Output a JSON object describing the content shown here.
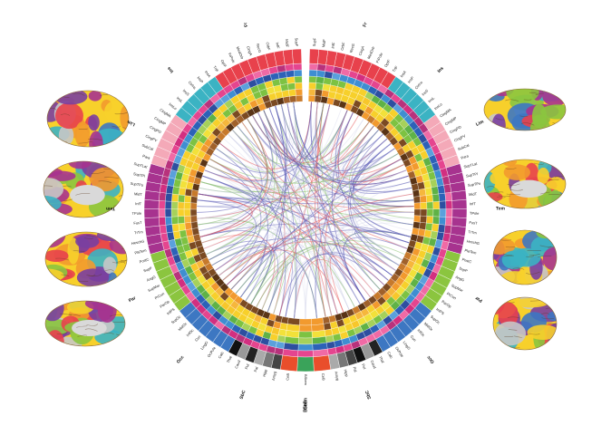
{
  "lobes": [
    {
      "name": "Fr",
      "side": "left",
      "regions": [
        "SupF",
        "MidF",
        "InfF",
        "OrbF",
        "RecG",
        "CingA",
        "MedOrb",
        "FrPole",
        "OpIF",
        "TrIF"
      ]
    },
    {
      "name": "Ins",
      "side": "left",
      "regions": [
        "InsA",
        "InsP",
        "CirIns",
        "InsS",
        "InsL",
        "InsLo"
      ]
    },
    {
      "name": "Lim",
      "side": "left",
      "regions": [
        "CingMA",
        "CingMP",
        "CingPD",
        "CingPV",
        "SubCal",
        "Para"
      ]
    },
    {
      "name": "Tem",
      "side": "left",
      "regions": [
        "SupTLat",
        "SupTPl",
        "SupTPo",
        "MidT",
        "InfT",
        "TPole",
        "FusT",
        "TrTm",
        "HeschG",
        "PlaTem"
      ]
    },
    {
      "name": "Par",
      "side": "left",
      "regions": [
        "PostC",
        "SupP",
        "AngG",
        "SupMar",
        "PrCun",
        "ParOp",
        "IntPS"
      ]
    },
    {
      "name": "Occ",
      "side": "left",
      "regions": [
        "SupOc",
        "MidOc",
        "InfOc",
        "Cun",
        "LingG",
        "OcPole",
        "Calc"
      ]
    },
    {
      "name": "SbC",
      "side": "left",
      "regions": [
        "Thal",
        "Caud",
        "Put",
        "Pal",
        "Hipp",
        "Amyg"
      ]
    },
    {
      "name": "CeB",
      "side": "mid",
      "regions": [
        "CeB"
      ]
    },
    {
      "name": "BStem",
      "side": "mid",
      "regions": [
        "BStem"
      ]
    },
    {
      "name": "CeB",
      "side": "mid2",
      "regions": [
        "CeB"
      ]
    },
    {
      "name": "SbC",
      "side": "right",
      "regions": [
        "Amyg",
        "Hipp",
        "Pal",
        "Put",
        "Caud",
        "Thal"
      ]
    },
    {
      "name": "Occ",
      "side": "right",
      "regions": [
        "Calc",
        "OcPole",
        "LingG",
        "Cun",
        "InfOc",
        "MidOc",
        "SupOc"
      ]
    },
    {
      "name": "Par",
      "side": "right",
      "regions": [
        "IntPS",
        "ParOp",
        "PrCun",
        "SupMar",
        "AngG",
        "SupP",
        "PostC"
      ]
    },
    {
      "name": "Tem",
      "side": "right",
      "regions": [
        "PlaTem",
        "HeschG",
        "TrTm",
        "FusT",
        "TPole",
        "InfT",
        "MidT",
        "SupTPo",
        "SupTPl",
        "SupTLat"
      ]
    },
    {
      "name": "Lim",
      "side": "right",
      "regions": [
        "Para",
        "SubCal",
        "CingPV",
        "CingPD",
        "CingMP",
        "CingMA"
      ]
    },
    {
      "name": "Ins",
      "side": "right",
      "regions": [
        "InsLo",
        "InsL",
        "InsS",
        "CirIns",
        "InsP",
        "InsA"
      ]
    },
    {
      "name": "Fr",
      "side": "right",
      "regions": [
        "TrIF",
        "OpIF",
        "FrPole",
        "MedOrb",
        "CingA",
        "RecG",
        "OrbF",
        "InfF",
        "MidF",
        "SupF"
      ]
    }
  ],
  "colors": {
    "Fr": "#e8414c",
    "Ins": "#3bb3c3",
    "Lim": "#f4a9b8",
    "Tem": "#a7338f",
    "Par": "#8bc53f",
    "Occ": "#3d77c2",
    "SbC": "#4d4d4d",
    "CeB": "#e94e2b",
    "BStem": "#3aa35a",
    "ring_pink": "#e5458f",
    "ring_blue": "#2c62b8",
    "ring_green": "#7dc242",
    "ring_yellow": "#f7d02b",
    "ring_orange": "#f29a2e",
    "ring_brown": "#7b4a22",
    "link_blue": "#5e5fb8",
    "link_red": "#e8585a",
    "link_green": "#86c06a",
    "link_gray": "#c9cbe6"
  },
  "brains_left": [
    "brain-lateral-left",
    "brain-medial-left",
    "brain-lateral-right",
    "brain-medial-right"
  ],
  "brains_right": [
    "brain-superior",
    "brain-inferior",
    "brain-posterior",
    "brain-anterior"
  ]
}
